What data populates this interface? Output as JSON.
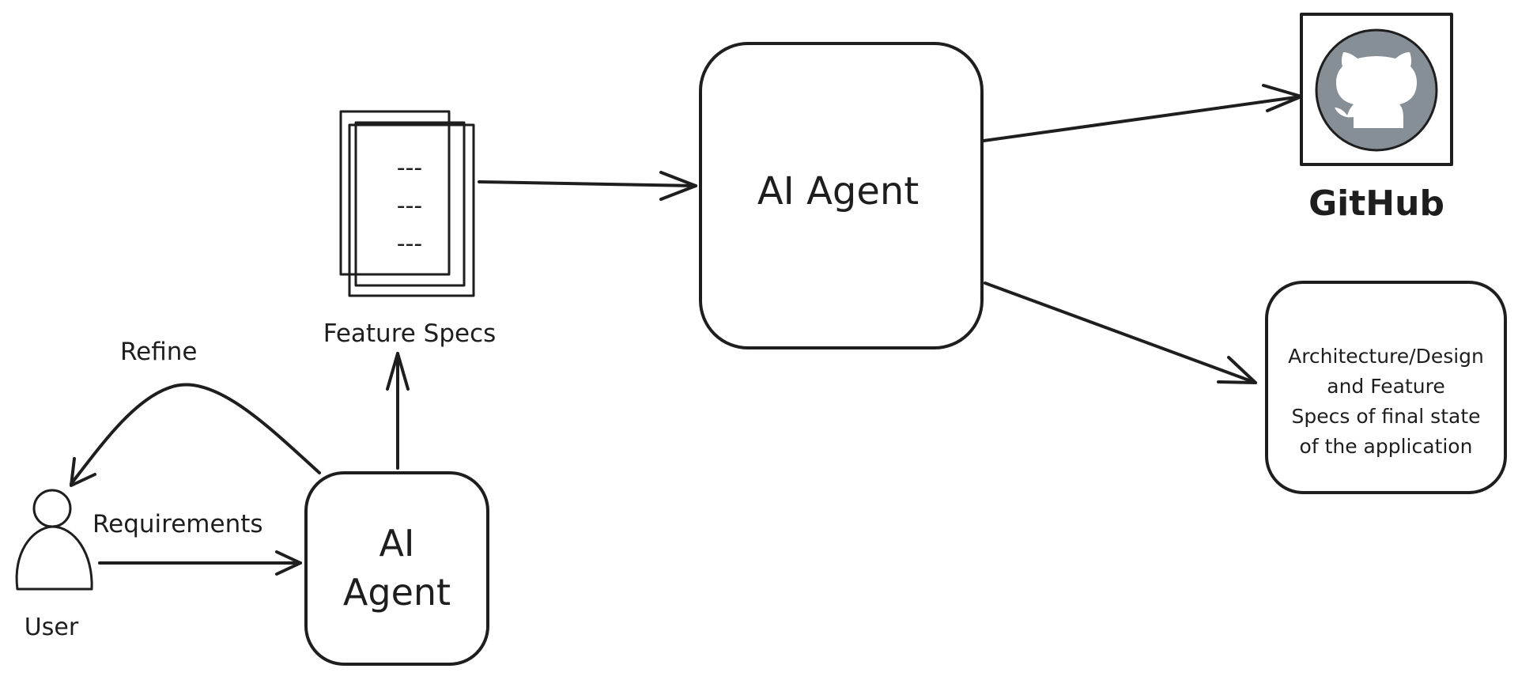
{
  "nodes": {
    "user_label": "User",
    "small_agent_line1": "AI",
    "small_agent_line2": "Agent",
    "feature_specs_label": "Feature Specs",
    "spec_lines": [
      "---",
      "---",
      "---"
    ],
    "main_agent_label": "AI Agent",
    "github_label": "GitHub",
    "final_state_lines": [
      "Architecture/Design",
      "and Feature",
      "Specs of final state",
      "of the application"
    ]
  },
  "edges": {
    "requirements_label": "Requirements",
    "refine_label": "Refine"
  },
  "colors": {
    "stroke": "#1e1e1e",
    "hatch": "#c6ccd6",
    "github_circle": "#868e96",
    "background": "#ffffff"
  },
  "icons": {
    "user": "user-icon",
    "documents": "document-stack-icon",
    "github": "github-octocat-icon"
  }
}
